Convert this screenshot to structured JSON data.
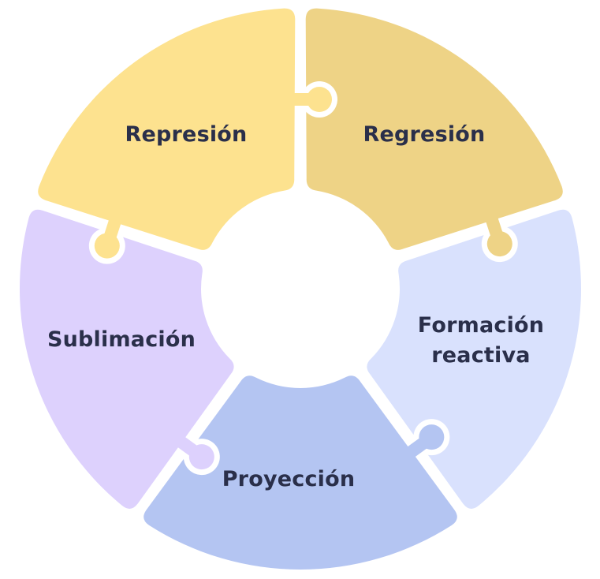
{
  "diagram": {
    "title": "",
    "type": "puzzle-cycle",
    "segments": [
      {
        "id": "represion",
        "label_lines": [
          "Represión"
        ],
        "color": "#fde28f"
      },
      {
        "id": "regresion",
        "label_lines": [
          "Regresión"
        ],
        "color": "#eed386"
      },
      {
        "id": "formacion-reactiva",
        "label_lines": [
          "Formación",
          "reactiva"
        ],
        "color": "#d9e1fd"
      },
      {
        "id": "proyeccion",
        "label_lines": [
          "Proyección"
        ],
        "color": "#b4c5f2"
      },
      {
        "id": "sublimacion",
        "label_lines": [
          "Sublimación"
        ],
        "color": "#ddd1fd"
      }
    ],
    "text_color": "#2a2f4a",
    "background": "#ffffff"
  }
}
